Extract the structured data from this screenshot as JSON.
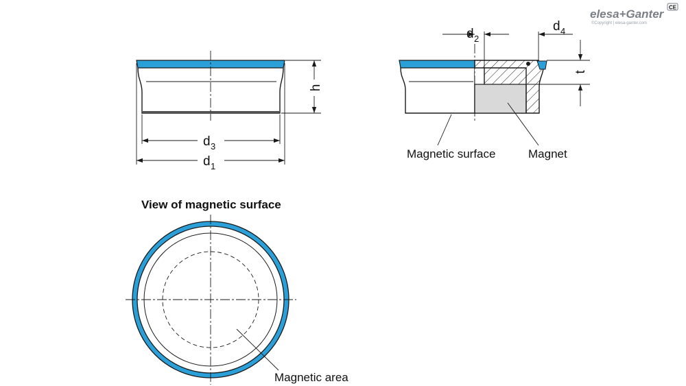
{
  "brand": {
    "logo_text": "elesa+Ganter",
    "copyright": "©Copyright | elesa-ganter.com",
    "badge": "CE"
  },
  "colors": {
    "accent": "#2b9fd8",
    "line": "#1a1a1a",
    "magnet_fill": "#d9d9d9"
  },
  "front_view": {
    "dim_d3": "d",
    "dim_d3_sub": "3",
    "dim_d1": "d",
    "dim_d1_sub": "1",
    "dim_h": "h"
  },
  "section_view": {
    "dim_d2": "d",
    "dim_d2_sub": "2",
    "dim_d4": "d",
    "dim_d4_sub": "4",
    "dim_t": "t",
    "label_surface": "Magnetic surface",
    "label_magnet": "Magnet"
  },
  "top_view": {
    "title": "View of magnetic surface",
    "label_area": "Magnetic area"
  }
}
